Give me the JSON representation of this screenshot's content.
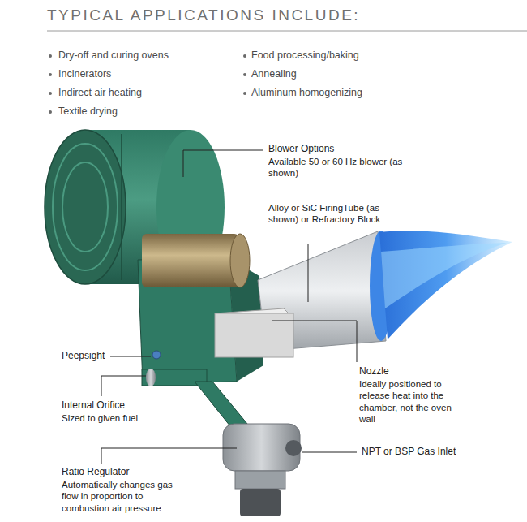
{
  "diagram": {
    "title": "TYPICAL APPLICATIONS INCLUDE:",
    "labels": [
      "Dry-off and curing ovens",
      "Incinerators",
      "Indirect air heating",
      "Textile drying",
      "Food processing/baking",
      "Annealing",
      "Aluminum homogenizing",
      "Blower Options",
      "Available 50 or 60 Hz blower (as shown)",
      "Alloy or SiC FiringTube (as shown) or Refractory Block",
      "Peepsight",
      "Nozzle",
      "Ideally positioned to release heat into the chamber, not the oven wall",
      "Internal Orifice",
      "Sized to given fuel",
      "NPT or BSP Gas Inlet",
      "Ratio Regulator",
      "Automatically changes gas flow in proportion to combustion air pressure"
    ]
  }
}
